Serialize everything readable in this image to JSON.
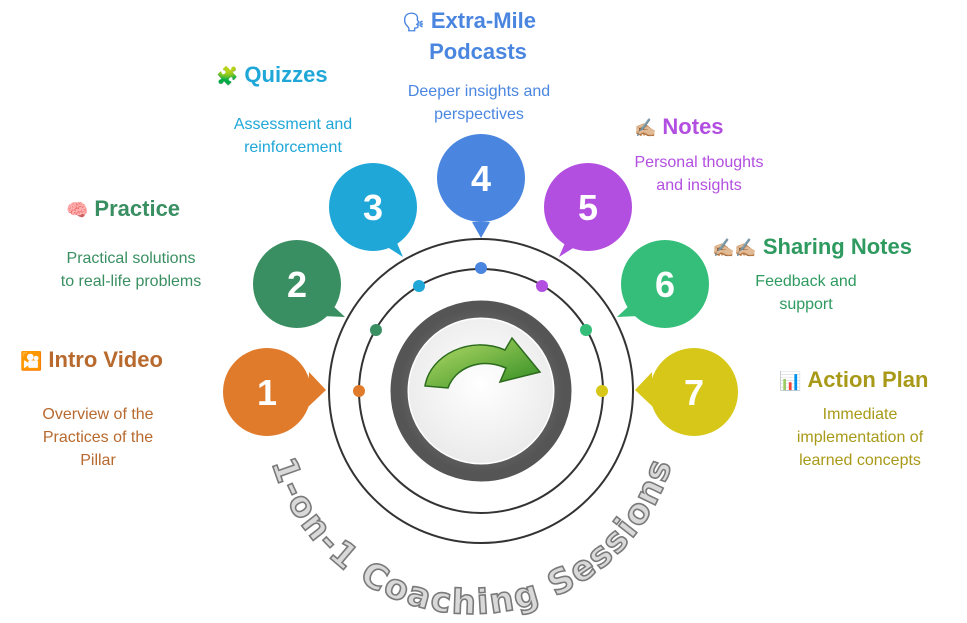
{
  "diagram": {
    "center_label": "1-on-1 Coaching Sessions",
    "steps": [
      {
        "number": "1",
        "title": "Intro Video",
        "icon": "video-camera-icon",
        "icon_glyph": "🎦",
        "description": [
          "Overview of the",
          "Practices of the",
          "Pillar"
        ],
        "color": "#e07b2c"
      },
      {
        "number": "2",
        "title": "Practice",
        "icon": "brain-icon",
        "icon_glyph": "🧠",
        "description": [
          "Practical solutions",
          "to real-life problems"
        ],
        "color": "#3a8f62"
      },
      {
        "number": "3",
        "title": "Quizzes",
        "icon": "puzzle-icon",
        "icon_glyph": "🧩",
        "description": [
          "Assessment and",
          "reinforcement"
        ],
        "color": "#1fa7d8"
      },
      {
        "number": "4",
        "title_lines": [
          "Extra-Mile",
          "Podcasts"
        ],
        "title": "Extra-Mile Podcasts",
        "icon": "speaking-head-icon",
        "icon_glyph": "🗣",
        "description": [
          "Deeper insights and",
          "perspectives"
        ],
        "color": "#4a86e0"
      },
      {
        "number": "5",
        "title": "Notes",
        "icon": "writing-hand-icon",
        "icon_glyph": "✍🏼",
        "description": [
          "Personal thoughts",
          "and insights"
        ],
        "color": "#b24ee0"
      },
      {
        "number": "6",
        "title": "Sharing Notes",
        "icon": "writing-hands-icon",
        "icon_glyph": "✍🏼✍🏼",
        "description": [
          "Feedback and",
          "support"
        ],
        "color": "#35be7a"
      },
      {
        "number": "7",
        "title": "Action Plan",
        "icon": "bar-chart-icon",
        "icon_glyph": "📊",
        "description": [
          "Immediate",
          "implementation of",
          "learned concepts"
        ],
        "color": "#d7c719"
      }
    ],
    "title_colors": [
      "#b8692e",
      "#3a8f62",
      "#1fa7d8",
      "#4a86e0",
      "#b24ee0",
      "#2e9a5f",
      "#a89a18"
    ],
    "desc_colors": [
      "#b8692e",
      "#3a8f62",
      "#1fa7d8",
      "#4a86e0",
      "#b24ee0",
      "#2e9a5f",
      "#a89a18"
    ]
  }
}
